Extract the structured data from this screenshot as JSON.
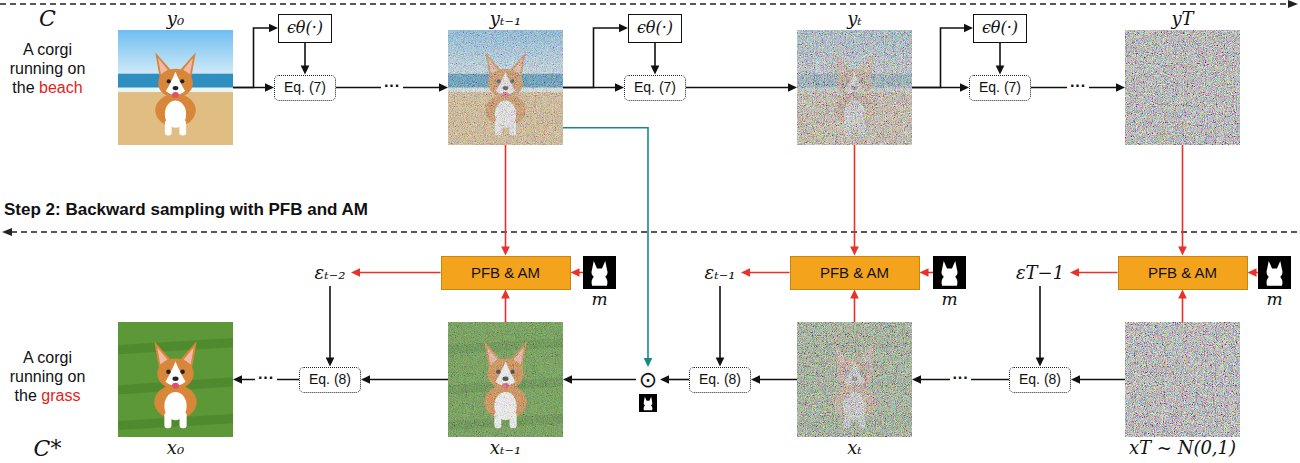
{
  "diagram": {
    "nodes": [
      {
        "text": [
          "y₀"
        ]
      },
      {
        "text": [
          "ϵθ(·)"
        ]
      },
      {
        "text": [
          "Eq. (7)"
        ]
      },
      {
        "text": [
          "yₜ₋₁"
        ]
      },
      {
        "text": [
          "ϵθ(·)"
        ]
      },
      {
        "text": [
          "Eq. (7)"
        ]
      },
      {
        "text": [
          "yₜ"
        ]
      },
      {
        "text": [
          "ϵθ(·)"
        ]
      },
      {
        "text": [
          "Eq. (7)"
        ]
      },
      {
        "text": [
          "yT"
        ]
      },
      {
        "text": [
          "εₜ₋₂"
        ]
      },
      {
        "text": [
          "PFB & AM"
        ]
      },
      {
        "text": [
          "m"
        ]
      },
      {
        "text": [
          "εₜ₋₁"
        ]
      },
      {
        "text": [
          "PFB & AM"
        ]
      },
      {
        "text": [
          "m"
        ]
      },
      {
        "text": [
          "εT−1"
        ]
      },
      {
        "text": [
          "PFB & AM"
        ]
      },
      {
        "text": [
          "m"
        ]
      },
      {
        "text": [
          "x₀"
        ]
      },
      {
        "text": [
          "Eq. (8)"
        ]
      },
      {
        "text": [
          "xₜ₋₁"
        ]
      },
      {
        "text": [
          "⊙"
        ]
      },
      {
        "text": [
          "Eq. (8)"
        ]
      },
      {
        "text": [
          "xₜ"
        ]
      },
      {
        "text": [
          "Eq. (8)"
        ]
      },
      {
        "text": [
          "xT ~ N(0,1)"
        ]
      }
    ],
    "edges": [
      {
        "from": 0,
        "to": 1,
        "arrow": "to"
      },
      {
        "from": 0,
        "to": 2,
        "arrow": "to"
      },
      {
        "from": 1,
        "to": 2,
        "arrow": "to"
      },
      {
        "from": 2,
        "to": 3,
        "label": "···",
        "arrow": "to"
      },
      {
        "from": 3,
        "to": 4,
        "arrow": "to"
      },
      {
        "from": 3,
        "to": 5,
        "arrow": "to"
      },
      {
        "from": 4,
        "to": 5,
        "arrow": "to"
      },
      {
        "from": 5,
        "to": 6,
        "arrow": "to"
      },
      {
        "from": 6,
        "to": 7,
        "arrow": "to"
      },
      {
        "from": 6,
        "to": 8,
        "arrow": "to"
      },
      {
        "from": 7,
        "to": 8,
        "arrow": "to"
      },
      {
        "from": 8,
        "to": 9,
        "label": "···",
        "arrow": "to"
      },
      {
        "from": 3,
        "to": 11,
        "arrow": "to"
      },
      {
        "from": 12,
        "to": 11,
        "arrow": "to"
      },
      {
        "from": 11,
        "to": 10,
        "arrow": "to"
      },
      {
        "from": 10,
        "to": 20,
        "arrow": "to"
      },
      {
        "from": 6,
        "to": 14,
        "arrow": "to"
      },
      {
        "from": 15,
        "to": 14,
        "arrow": "to"
      },
      {
        "from": 14,
        "to": 13,
        "arrow": "to"
      },
      {
        "from": 13,
        "to": 23,
        "arrow": "to"
      },
      {
        "from": 9,
        "to": 17,
        "arrow": "to"
      },
      {
        "from": 18,
        "to": 17,
        "arrow": "to"
      },
      {
        "from": 17,
        "to": 16,
        "arrow": "to"
      },
      {
        "from": 16,
        "to": 25,
        "arrow": "to"
      },
      {
        "from": 26,
        "to": 17,
        "arrow": "to"
      },
      {
        "from": 26,
        "to": 25,
        "arrow": "to"
      },
      {
        "from": 25,
        "to": 24,
        "label": "···",
        "arrow": "to"
      },
      {
        "from": 24,
        "to": 14,
        "arrow": "to"
      },
      {
        "from": 24,
        "to": 23,
        "arrow": "to"
      },
      {
        "from": 23,
        "to": 22,
        "arrow": "to"
      },
      {
        "from": 3,
        "to": 22,
        "arrow": "to"
      },
      {
        "from": 22,
        "to": 21,
        "arrow": "to"
      },
      {
        "from": 21,
        "to": 11,
        "arrow": "to"
      },
      {
        "from": 21,
        "to": 20,
        "arrow": "to"
      },
      {
        "from": 20,
        "to": 19,
        "label": "···",
        "arrow": "to"
      }
    ],
    "labels": [
      "C",
      "A corgi running on the",
      "beach",
      "Step 2: Backward sampling with PFB and AM",
      "A corgi running on the",
      "grass",
      "C*"
    ]
  }
}
